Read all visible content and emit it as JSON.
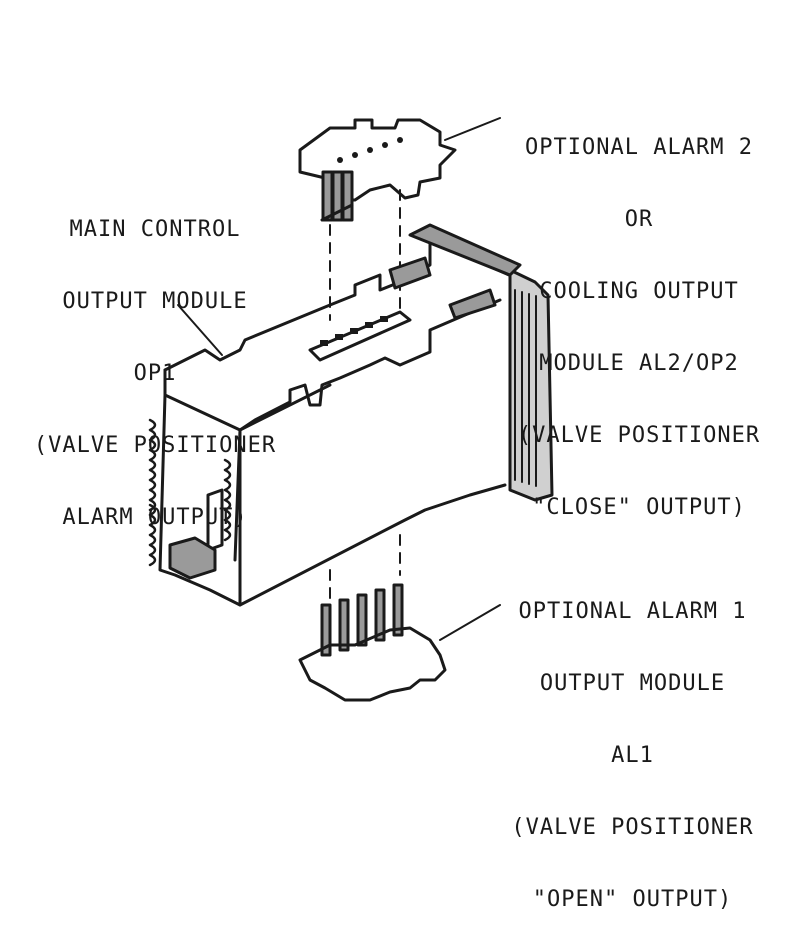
{
  "labels": {
    "alarm2": [
      "OPTIONAL ALARM 2",
      "OR",
      "COOLING OUTPUT",
      "MODULE AL2/OP2",
      "(VALVE POSITIONER",
      "\"CLOSE\" OUTPUT)"
    ],
    "main": [
      "MAIN CONTROL",
      "OUTPUT MODULE",
      "OP1",
      "(VALVE POSITIONER",
      "ALARM OUTPUT)"
    ],
    "alarm1": [
      "OPTIONAL ALARM 1",
      "OUTPUT MODULE",
      "AL1",
      "(VALVE POSITIONER",
      "\"OPEN\" OUTPUT)"
    ]
  },
  "colors": {
    "ink": "#1a1a1a",
    "background": "#ffffff",
    "shade": "#9a9a9a"
  }
}
